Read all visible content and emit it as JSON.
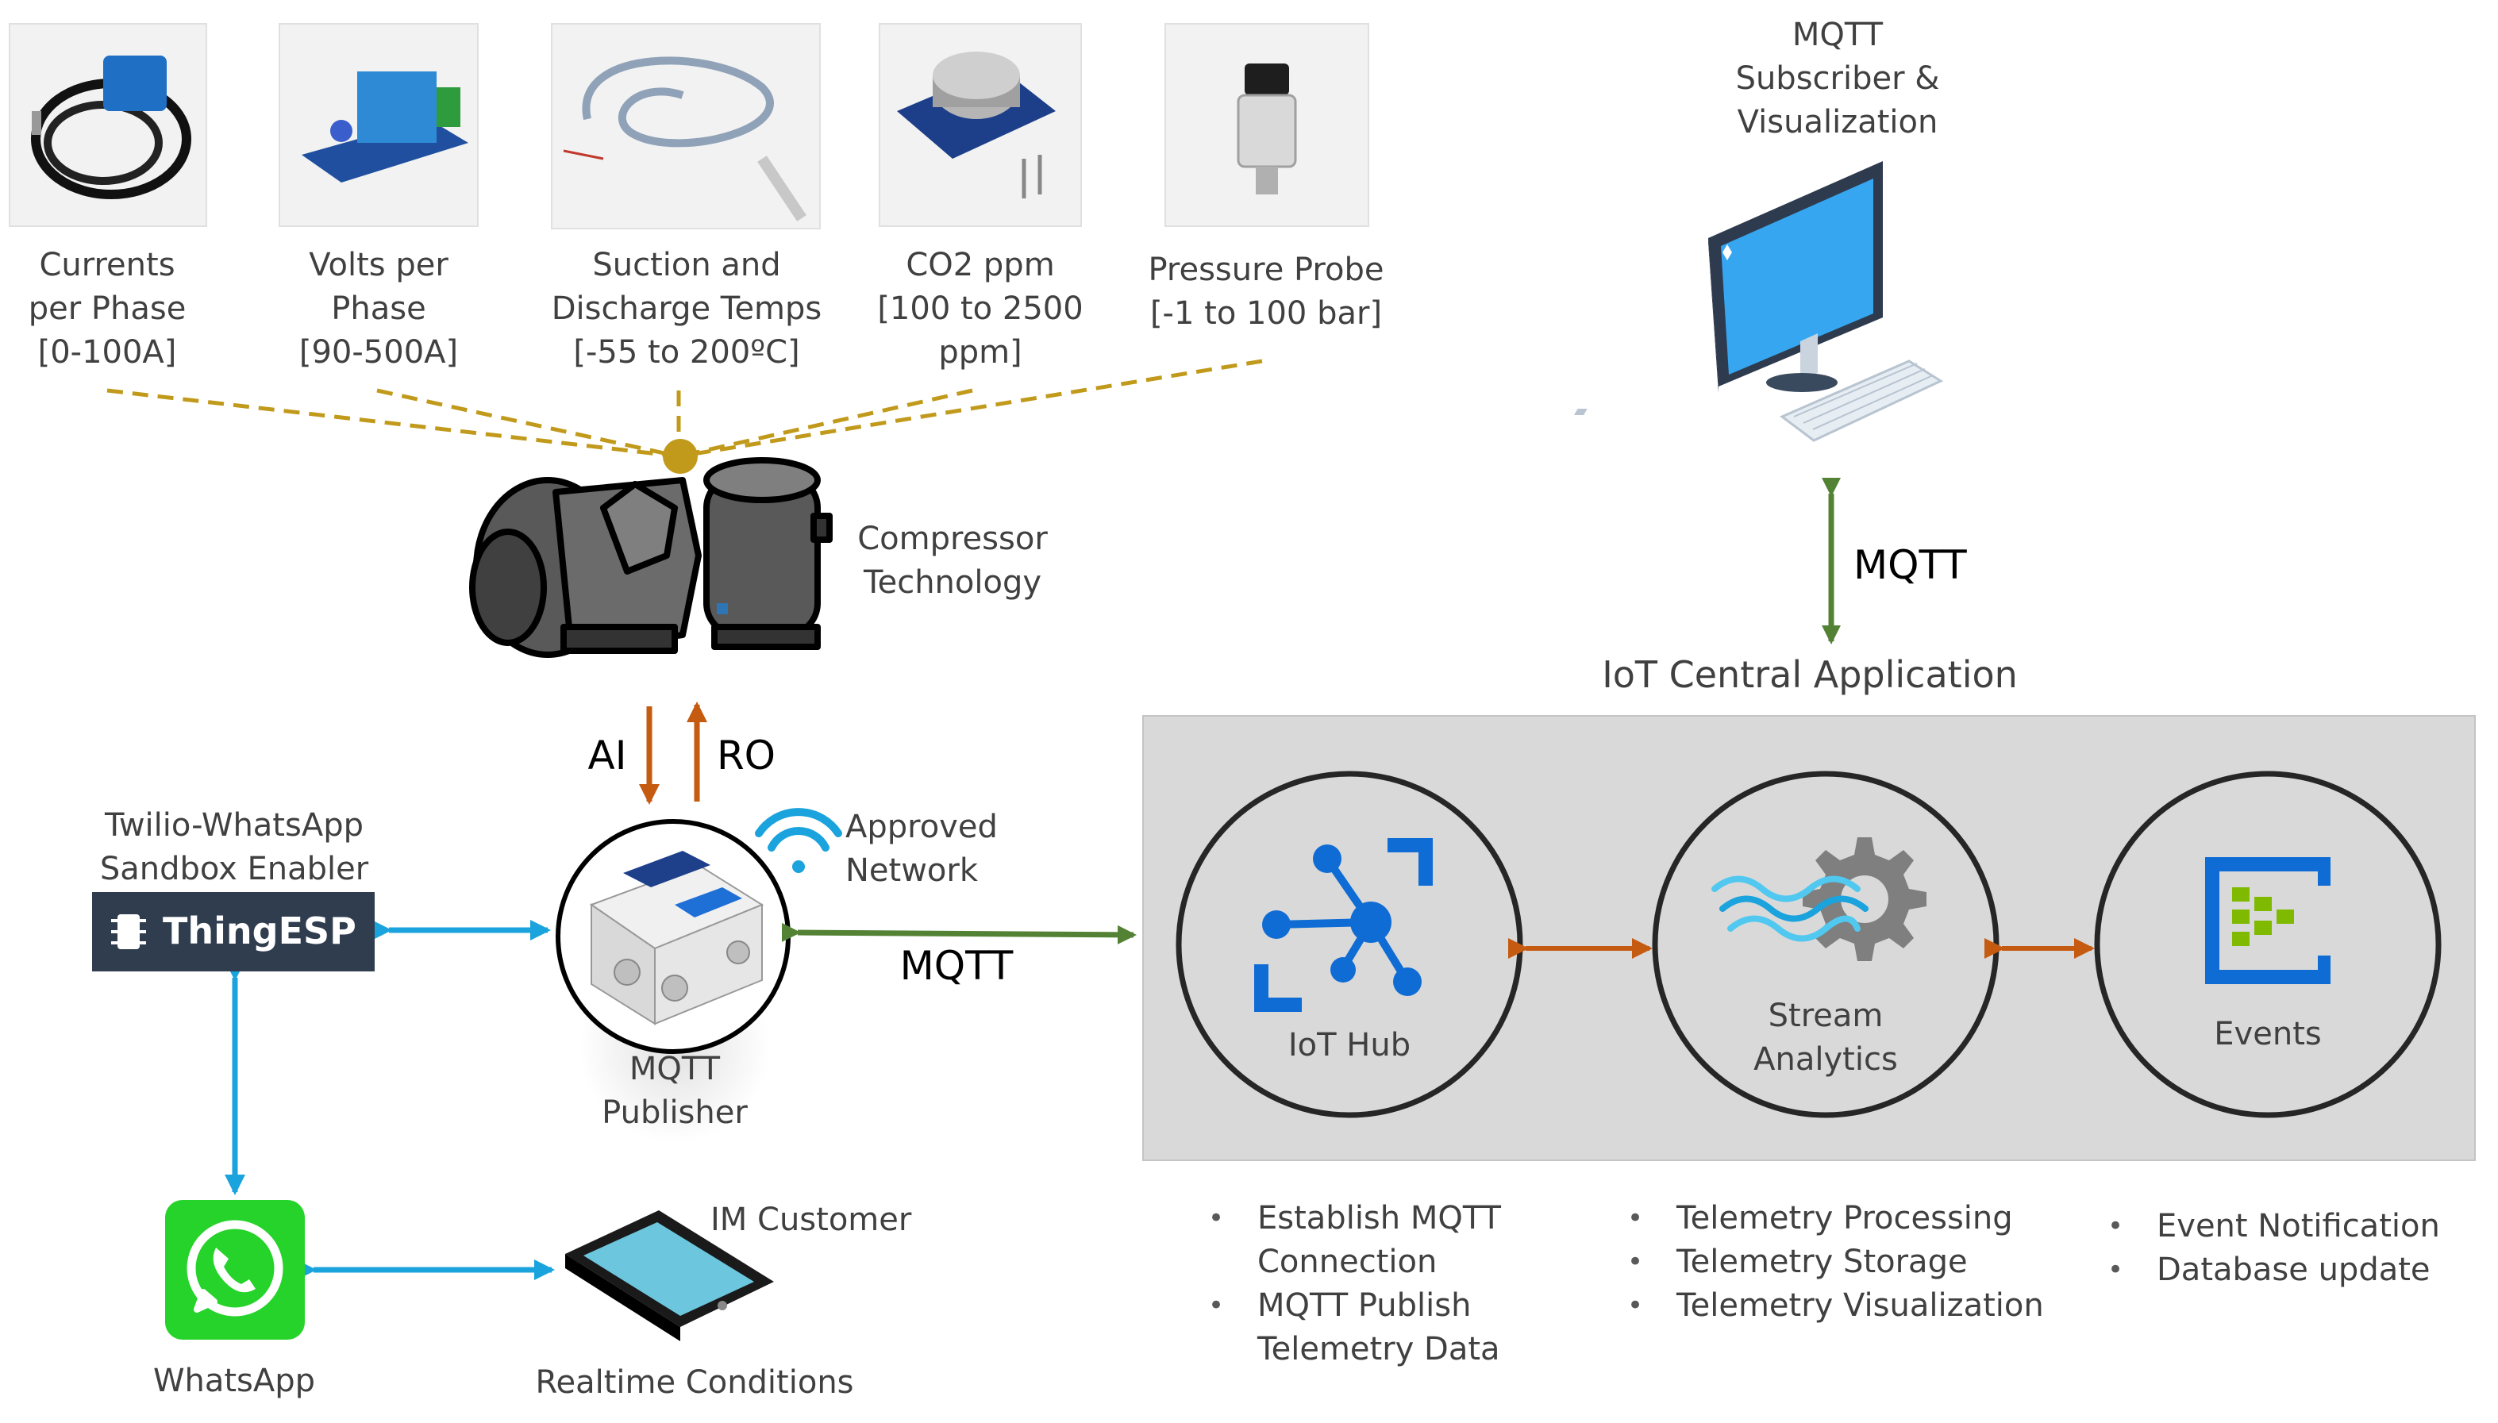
{
  "colors": {
    "sensor_link": "#c19a1c",
    "wifi_blue": "#1aa3dc",
    "cloud_arrow": "#548235",
    "internal_arrow": "#c55a11",
    "azure_blue": "#0f6cd4",
    "panel_bg": "#d9d9d9",
    "whatsapp_green": "#25d32a",
    "thingesp_bg": "#2f3d4f"
  },
  "sensors": [
    {
      "icon": "current-clamp-sensor",
      "lines": [
        "Currents",
        "per Phase",
        "[0-100A]"
      ]
    },
    {
      "icon": "voltage-transformer-sensor",
      "lines": [
        "Volts per",
        "Phase",
        "[90-500A]"
      ]
    },
    {
      "icon": "temperature-probe-sensor",
      "lines": [
        "Suction and",
        "Discharge Temps",
        "[-55 to 200ºC]"
      ]
    },
    {
      "icon": "co2-gas-sensor",
      "lines": [
        "CO2 ppm",
        "[100 to 2500",
        "ppm]"
      ]
    },
    {
      "icon": "pressure-probe-sensor",
      "lines": [
        "Pressure Probe",
        "[-1 to 100 bar]"
      ]
    }
  ],
  "subscriber": {
    "lines": [
      "MQTT",
      "Subscriber &",
      "Visualization"
    ],
    "icon": "desktop-computer-icon"
  },
  "subscriber_link": "MQTT",
  "iot_central": "IoT Central Application",
  "compressor": {
    "lines": [
      "Compressor",
      "Technology"
    ],
    "icon": "compressor-icon"
  },
  "ai_label": "AI",
  "ro_label": "RO",
  "approved_network": {
    "lines": [
      "Approved",
      "Network"
    ],
    "icon": "wifi-icon"
  },
  "publisher": {
    "lines": [
      "MQTT",
      "Publisher"
    ],
    "icon": "controller-box-icon"
  },
  "cloud_link": "MQTT",
  "twilio": {
    "lines": [
      "Twilio-WhatsApp",
      "Sandbox Enabler"
    ]
  },
  "thingesp_logo": "ThingESP",
  "whatsapp": {
    "label": "WhatsApp",
    "icon": "whatsapp-icon"
  },
  "im_customer": "IM Customer",
  "realtime": "Realtime Conditions",
  "services": [
    {
      "name": [
        "IoT Hub"
      ],
      "icon": "iot-hub-icon"
    },
    {
      "name": [
        "Stream",
        "Analytics"
      ],
      "icon": "stream-analytics-icon"
    },
    {
      "name": [
        "Events"
      ],
      "icon": "event-hub-icon"
    }
  ],
  "bullets": [
    [
      "Establish MQTT",
      "Connection"
    ],
    [
      "MQTT Publish",
      "Telemetry Data"
    ],
    [
      "Telemetry Processing"
    ],
    [
      "Telemetry Storage"
    ],
    [
      "Telemetry Visualization"
    ],
    [
      "Event Notification"
    ],
    [
      "Database update"
    ]
  ]
}
